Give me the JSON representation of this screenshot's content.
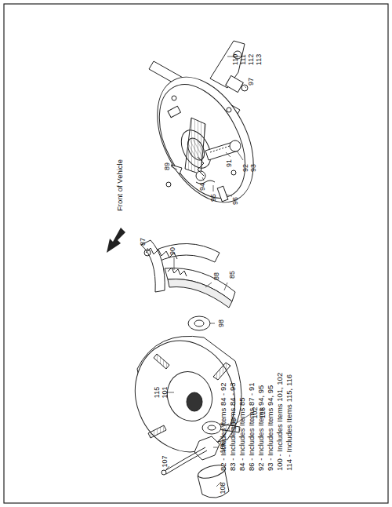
{
  "diagram": {
    "labels": [
      "110",
      "111",
      "112",
      "113",
      "97",
      "89",
      "91",
      "92",
      "93",
      "94",
      "95",
      "96",
      "87",
      "90",
      "85",
      "88",
      "98",
      "115",
      "101",
      "102",
      "116",
      "105",
      "106",
      "107",
      "108",
      "Front of Vehicle",
      "82 - Includes Items 84 - 92",
      "83 - Includes Items 84 - 93",
      "84 - Includes Items 85",
      "86 - Includes Items 87 - 91",
      "92 - Includes Items 94, 95",
      "93 - Includes Items 94, 95",
      "100 - Includes Items 101, 102",
      "114 - Includes Items 115, 116"
    ]
  }
}
